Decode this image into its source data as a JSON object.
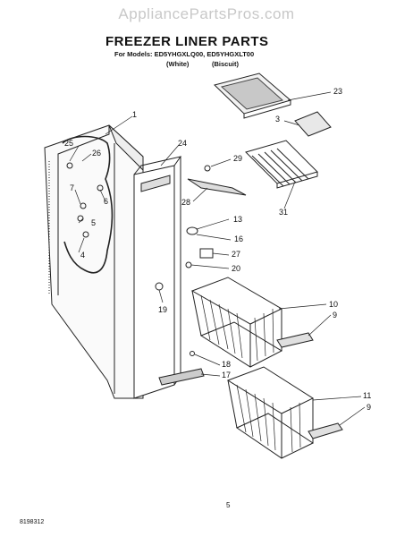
{
  "watermark": "AppliancePartsPros.com",
  "title": "FREEZER LINER PARTS",
  "models_line": "For Models: ED5YHGXLQ00, ED5YHGXLT00",
  "variant_white": "(White)",
  "variant_biscuit": "(Biscuit)",
  "page_number": "5",
  "doc_id": "8198312",
  "callouts": [
    "23",
    "3",
    "1",
    "24",
    "25",
    "26",
    "29",
    "7",
    "6",
    "28",
    "31",
    "5",
    "13",
    "16",
    "4",
    "27",
    "20",
    "10",
    "9",
    "19",
    "18",
    "17",
    "11",
    "9"
  ]
}
